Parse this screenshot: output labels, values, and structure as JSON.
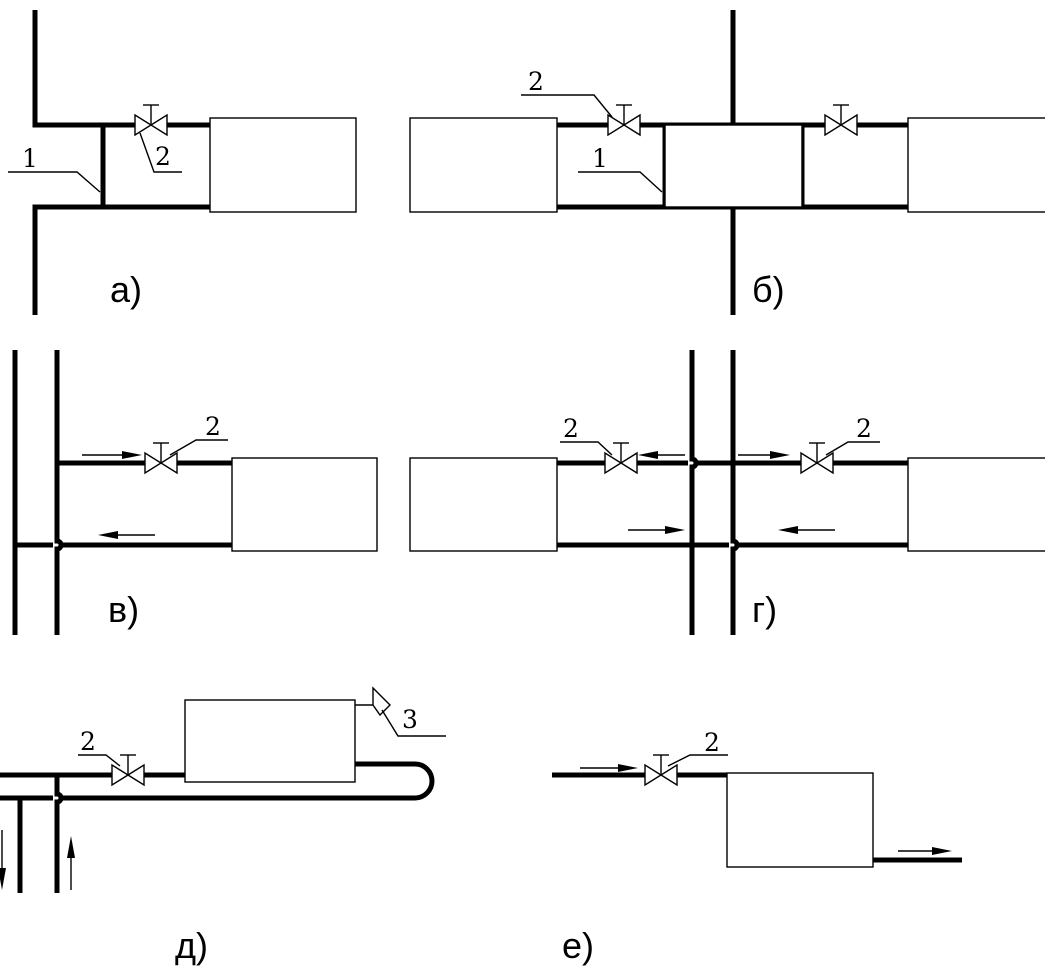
{
  "panels": {
    "a": {
      "label": "а)",
      "callouts": [
        "1",
        "2"
      ]
    },
    "b": {
      "label": "б)",
      "callouts": [
        "2",
        "1"
      ]
    },
    "v": {
      "label": "в)",
      "callouts": [
        "2"
      ]
    },
    "g": {
      "label": "г)",
      "callouts": [
        "2",
        "2"
      ]
    },
    "d": {
      "label": "д)",
      "callouts": [
        "2",
        "3"
      ]
    },
    "e": {
      "label": "е)",
      "callouts": [
        "2"
      ]
    }
  }
}
